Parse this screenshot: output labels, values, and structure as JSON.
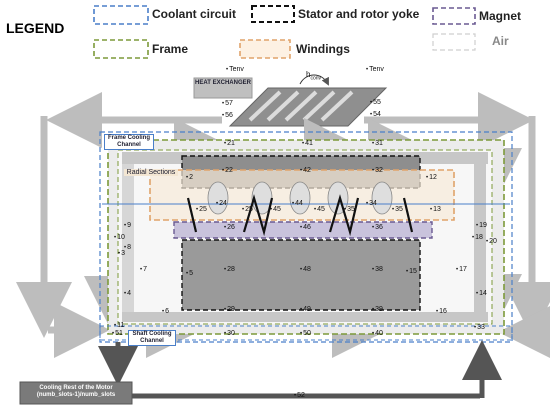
{
  "legend": {
    "title": "LEGEND",
    "items": [
      {
        "label": "Coolant circuit",
        "color": "#4a7fc9"
      },
      {
        "label": "Stator and rotor yoke",
        "color": "#111111"
      },
      {
        "label": "Magnet",
        "color": "#6a5a92"
      },
      {
        "label": "Frame",
        "color": "#7d9a3a"
      },
      {
        "label": "Windings",
        "color": "#e0a36a"
      },
      {
        "label": "Air",
        "color": "#cfcfcf"
      }
    ]
  },
  "labels": {
    "heat_exchanger": "HEAT EXCHANGER",
    "tenv_left": "Tenv",
    "tenv_right": "Tenv",
    "hconv": "h",
    "hconv_sub": "conv",
    "frame_cooling": "Frame Cooling Channel",
    "radial_sections": "Radial Sections",
    "shaft_cooling": "Shaft Cooling Channel",
    "cooling_rest": "Cooling Rest of the Motor (numb_slots-1)/numb_slots"
  },
  "nodes": [
    "57",
    "56",
    "55",
    "54",
    "21",
    "41",
    "31",
    "22",
    "42",
    "32",
    "2",
    "12",
    "25",
    "24",
    "25",
    "45",
    "44",
    "45",
    "35",
    "34",
    "35",
    "13",
    "9",
    "26",
    "46",
    "36",
    "10",
    "19",
    "8",
    "18",
    "3",
    "20",
    "7",
    "5",
    "28",
    "48",
    "38",
    "15",
    "17",
    "4",
    "14",
    "6",
    "29",
    "49",
    "39",
    "16",
    "11",
    "30",
    "50",
    "40",
    "51",
    "33",
    "52"
  ]
}
